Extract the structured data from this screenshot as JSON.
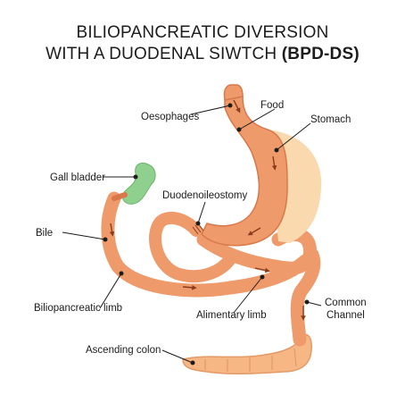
{
  "title": {
    "line1": "BILIOPANCREATIC DIVERSION",
    "line2_prefix": "WITH A DUODENAL SIWTCH",
    "line2_bold": "(BPD-DS)"
  },
  "labels": {
    "food": "Food",
    "oesophages": "Oesophages",
    "stomach": "Stomach",
    "gall_bladder": "Gall bladder",
    "duodenoileostomy": "Duodenoileostomy",
    "bile": "Bile",
    "biliopancreatic_limb": "Biliopancreatic limb",
    "alimentary_limb": "Alimentary limb",
    "common_channel_line1": "Common",
    "common_channel_line2": "Channel",
    "ascending_colon": "Ascending colon"
  },
  "colors": {
    "intestine": "#ef9a6b",
    "intestine_dark": "#d9784a",
    "stomach_removed": "#f9d9ad",
    "gall_bladder": "#8fd08f",
    "colon": "#f6b785",
    "arrow": "#8a3c1e",
    "pointer": "#1c1c1c"
  }
}
